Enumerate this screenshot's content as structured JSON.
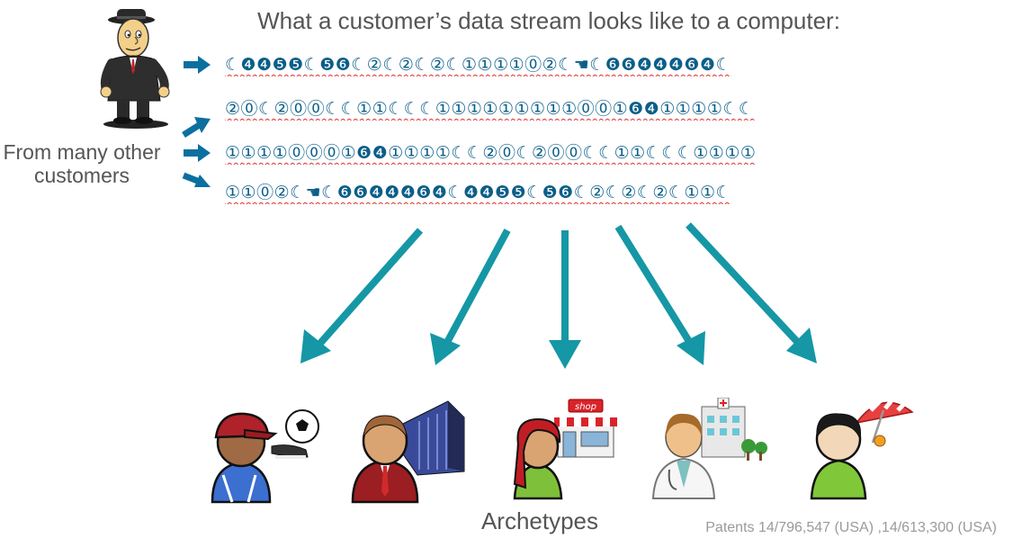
{
  "title": "What a customer’s data stream looks like to a computer:",
  "side_label": "From many other customers",
  "archetypes_label": "Archetypes",
  "patents": "Patents 14/796,547 (USA) ,14/613,300 (USA)",
  "streams": [
    "☾❹❹❺❺☾❺❻☾②☾②☾②☾①①①①⓪②☾☚☾❻❻❹❹❹❻❹☾",
    "②⓪☾②⓪⓪☾☾①①☾☾☾①①①①①①①①①⓪⓪①❻❹①①①①☾☾",
    "①①①①⓪⓪⓪①❻❹①①①①☾☾②⓪☾②⓪⓪☾☾①①☾☾☾①①①①",
    "①①⓪②☾☚☾❻❻❹❹❹❻❹☾❹❹❺❺☾❺❻☾②☾②☾②☾①①☾"
  ],
  "shop_sign": "shop",
  "colors": {
    "arrow_teal": "#1597a5",
    "arrow_blue": "#0b6fa0",
    "stream_text": "#0b5e88",
    "squiggle": "#e03030"
  },
  "archetype_icons": [
    "soccer-fan-icon",
    "business-person-icon",
    "shopper-icon",
    "doctor-icon",
    "beach-goer-icon"
  ]
}
